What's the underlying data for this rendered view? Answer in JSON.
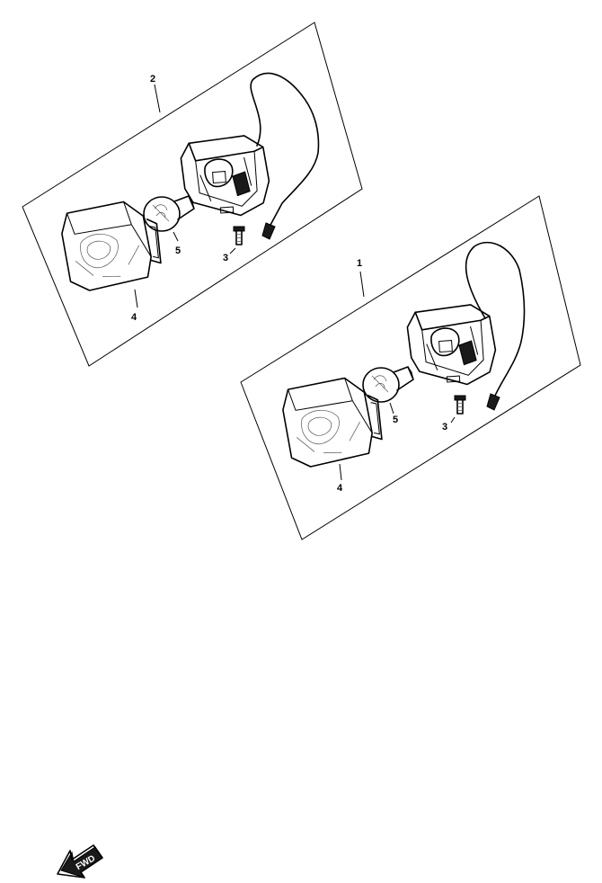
{
  "assemblies": [
    {
      "ref": "2",
      "parts": [
        {
          "ref": "3",
          "part": "screw"
        },
        {
          "ref": "4",
          "part": "lens"
        },
        {
          "ref": "5",
          "part": "bulb"
        }
      ]
    },
    {
      "ref": "1",
      "parts": [
        {
          "ref": "3",
          "part": "screw"
        },
        {
          "ref": "4",
          "part": "lens"
        },
        {
          "ref": "5",
          "part": "bulb"
        }
      ]
    }
  ],
  "direction_badge": {
    "label": "FWD"
  }
}
